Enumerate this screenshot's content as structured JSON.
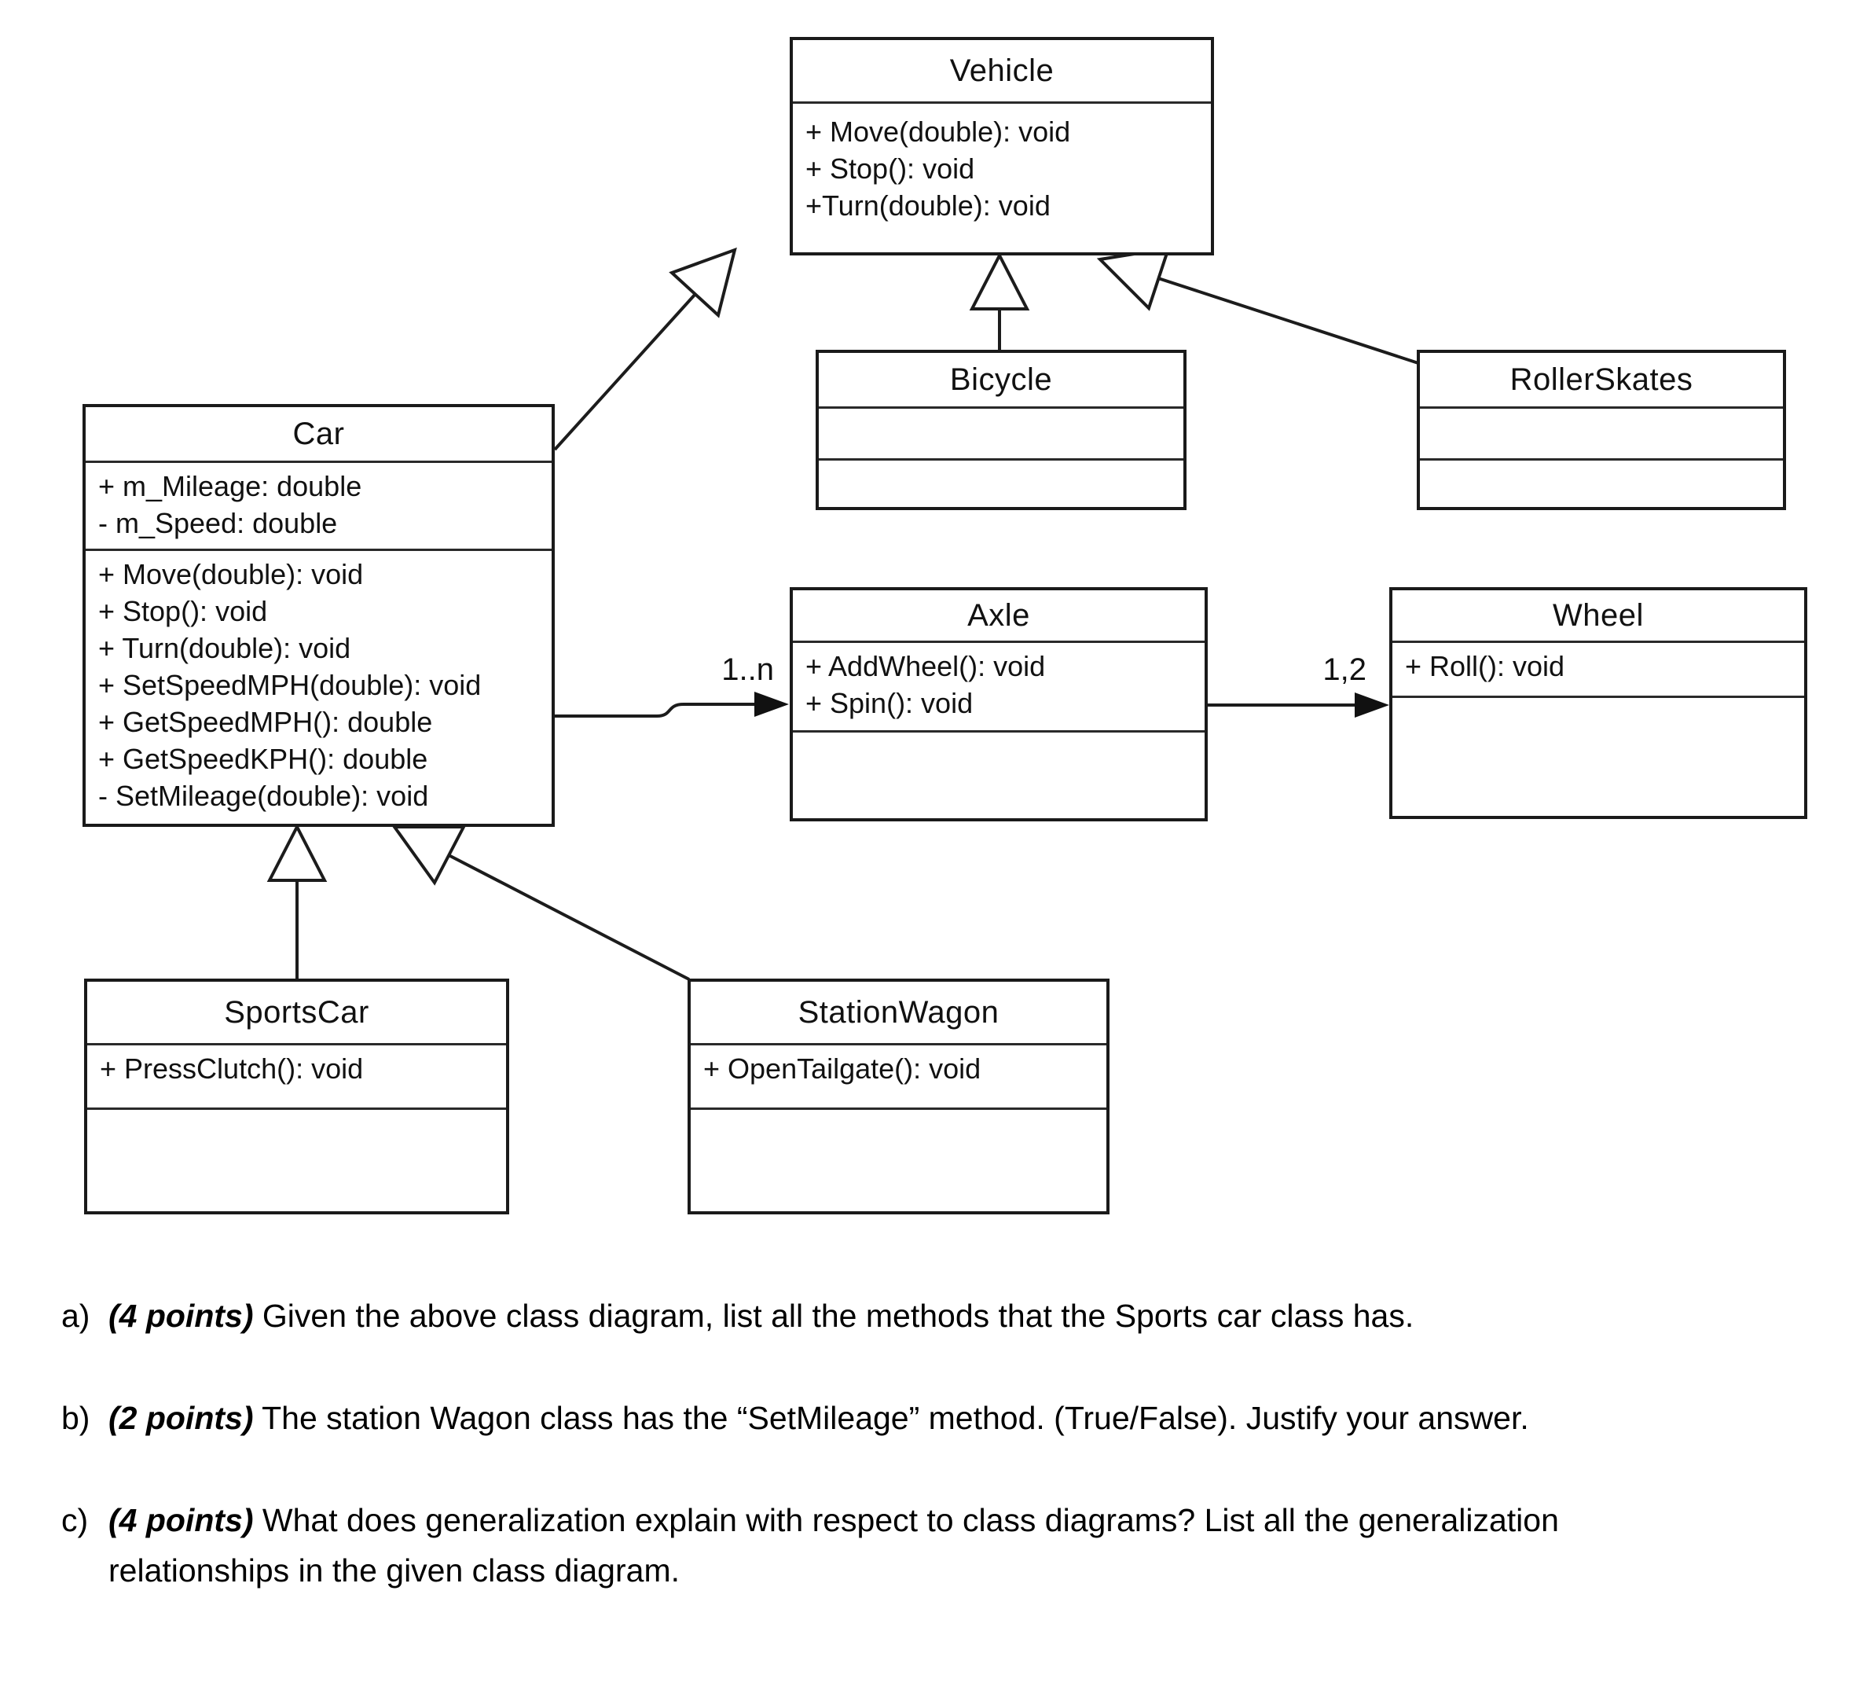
{
  "diagram": {
    "classes": {
      "vehicle": {
        "name": "Vehicle",
        "methods": [
          "+ Move(double): void",
          "+ Stop(): void",
          "+Turn(double): void"
        ]
      },
      "car": {
        "name": "Car",
        "attributes": [
          "+ m_Mileage: double",
          "- m_Speed: double"
        ],
        "methods": [
          "+ Move(double): void",
          "+ Stop(): void",
          "+ Turn(double): void",
          "+ SetSpeedMPH(double): void",
          "+ GetSpeedMPH(): double",
          "+ GetSpeedKPH(): double",
          "- SetMileage(double): void"
        ]
      },
      "bicycle": {
        "name": "Bicycle"
      },
      "rollerskates": {
        "name": "RollerSkates"
      },
      "axle": {
        "name": "Axle",
        "methods": [
          "+ AddWheel(): void",
          "+ Spin(): void"
        ]
      },
      "wheel": {
        "name": "Wheel",
        "methods": [
          "+ Roll(): void"
        ]
      },
      "sportscar": {
        "name": "SportsCar",
        "methods": [
          "+ PressClutch(): void"
        ]
      },
      "stationwagon": {
        "name": "StationWagon",
        "methods": [
          "+ OpenTailgate(): void"
        ]
      }
    },
    "multiplicities": {
      "car_axle": "1..n",
      "axle_wheel": "1,2"
    },
    "line_color": "#1c1c1c"
  },
  "questions": [
    {
      "label": "a)",
      "points": "(4 points)",
      "text": "Given the above class diagram, list all the methods that the Sports car class has."
    },
    {
      "label": "b)",
      "points": "(2 points)",
      "text": "The station Wagon class has the “SetMileage” method. (True/False). Justify your answer."
    },
    {
      "label": "c)",
      "points": "(4 points)",
      "text": "What does generalization explain with respect to class diagrams? List all the generalization relationships in the given class diagram."
    }
  ]
}
